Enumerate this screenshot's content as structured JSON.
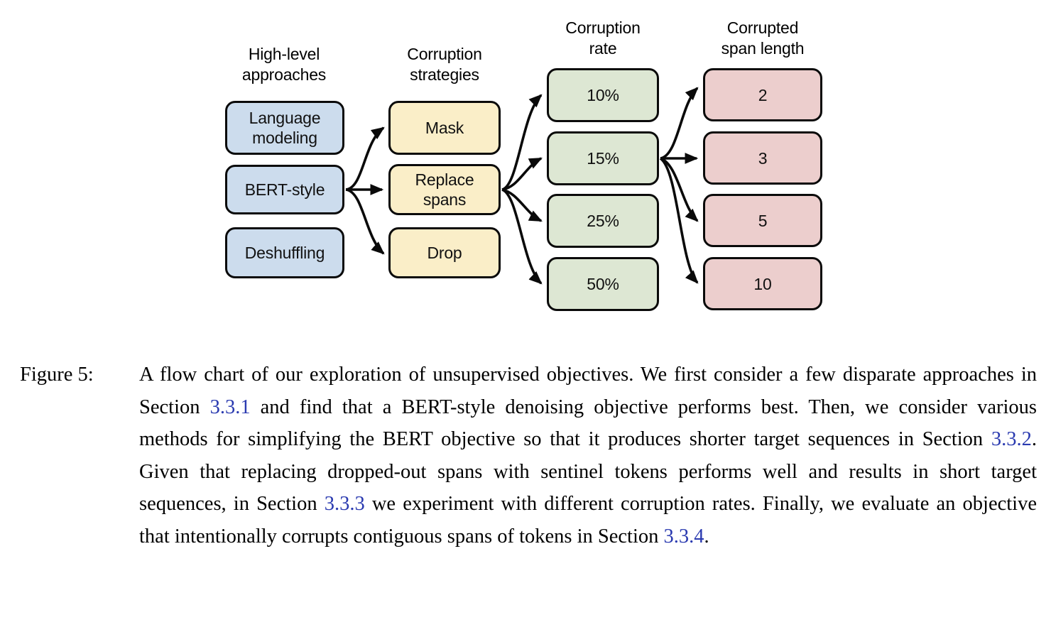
{
  "figure": {
    "columns": [
      {
        "id": "high-level-approaches",
        "header": "High-level\napproaches"
      },
      {
        "id": "corruption-strategies",
        "header": "Corruption\nstrategies"
      },
      {
        "id": "corruption-rate",
        "header": "Corruption\nrate"
      },
      {
        "id": "corrupted-span-length",
        "header": "Corrupted\nspan length"
      }
    ],
    "nodes": {
      "approaches": [
        {
          "id": "language-modeling",
          "label": "Language\nmodeling"
        },
        {
          "id": "bert-style",
          "label": "BERT-style"
        },
        {
          "id": "deshuffling",
          "label": "Deshuffling"
        }
      ],
      "strategies": [
        {
          "id": "mask",
          "label": "Mask"
        },
        {
          "id": "replace-spans",
          "label": "Replace\nspans"
        },
        {
          "id": "drop",
          "label": "Drop"
        }
      ],
      "rates": [
        {
          "id": "rate-10",
          "label": "10%"
        },
        {
          "id": "rate-15",
          "label": "15%"
        },
        {
          "id": "rate-25",
          "label": "25%"
        },
        {
          "id": "rate-50",
          "label": "50%"
        }
      ],
      "span_lengths": [
        {
          "id": "span-2",
          "label": "2"
        },
        {
          "id": "span-3",
          "label": "3"
        },
        {
          "id": "span-5",
          "label": "5"
        },
        {
          "id": "span-10",
          "label": "10"
        }
      ]
    },
    "colors": {
      "approach_fill": "#ccdced",
      "strategy_fill": "#faeec8",
      "rate_fill": "#dde7d3",
      "span_fill": "#eccecd",
      "stroke": "#0a0a0a",
      "background": "#ffffff"
    }
  },
  "caption": {
    "label": "Figure 5:",
    "segments": [
      {
        "type": "text",
        "value": "A flow chart of our exploration of unsupervised objectives. We first consider a few disparate approaches in Section "
      },
      {
        "type": "ref",
        "value": "3.3.1"
      },
      {
        "type": "text",
        "value": " and find that a BERT-style denoising objective performs best. Then, we consider various methods for simplifying the BERT objective so that it produces shorter target sequences in Section "
      },
      {
        "type": "ref",
        "value": "3.3.2"
      },
      {
        "type": "text",
        "value": ". Given that replacing dropped-out spans with sentinel tokens performs well and results in short target sequences, in Section "
      },
      {
        "type": "ref",
        "value": "3.3.3"
      },
      {
        "type": "text",
        "value": " we experiment with different corruption rates. Finally, we evaluate an objective that intentionally corrupts contiguous spans of tokens in Section "
      },
      {
        "type": "ref",
        "value": "3.3.4"
      },
      {
        "type": "text",
        "value": "."
      }
    ]
  }
}
